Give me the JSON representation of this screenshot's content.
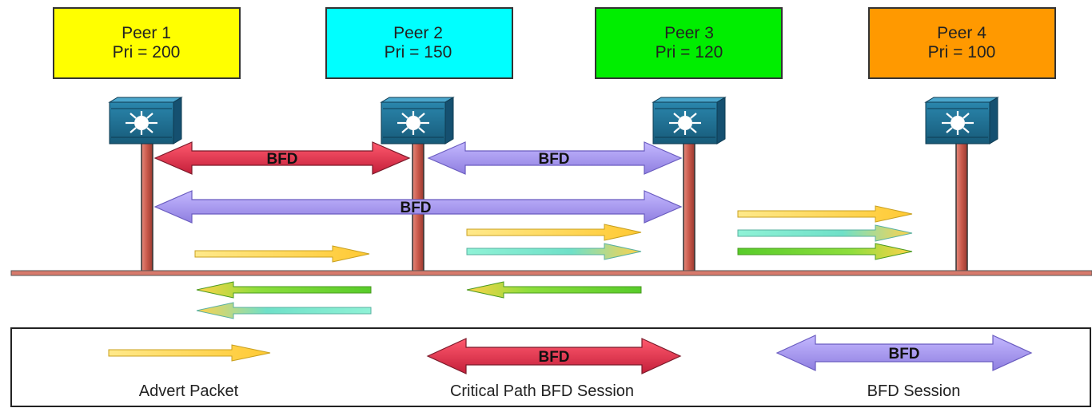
{
  "peers": [
    {
      "name": "Peer 1",
      "priority": "Pri = 200",
      "color": "#ffff00"
    },
    {
      "name": "Peer 2",
      "priority": "Pri = 150",
      "color": "#00ffff"
    },
    {
      "name": "Peer 3",
      "priority": "Pri = 120",
      "color": "#00ee00"
    },
    {
      "name": "Peer 4",
      "priority": "Pri = 100",
      "color": "#ff9900"
    }
  ],
  "sessions": {
    "critical_1_2": "BFD",
    "session_2_3": "BFD",
    "session_1_3": "BFD"
  },
  "legend": {
    "advert_label": "Advert Packet",
    "critical_label": "Critical Path BFD Session",
    "critical_arrow": "BFD",
    "session_label": "BFD Session",
    "session_arrow": "BFD"
  },
  "colors": {
    "critical_bfd": "#e0304a",
    "bfd_session": "#a99af0",
    "advert_yellow": "#ffd24a",
    "advert_teal": "#6fe0c8",
    "advert_green": "#7ed63a",
    "switch_blue": "#1f6f92",
    "pole": "#c9584a"
  }
}
